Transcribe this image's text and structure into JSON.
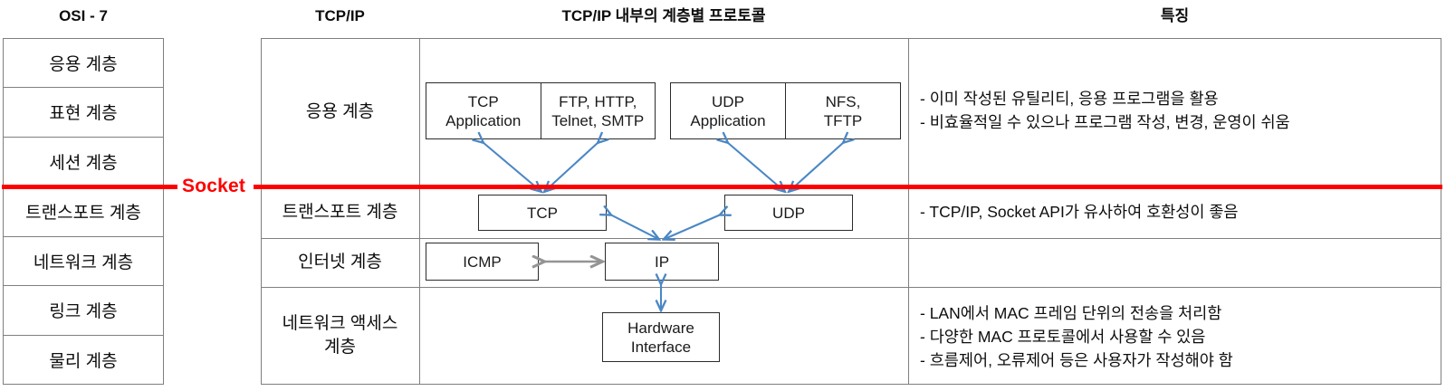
{
  "headers": {
    "osi": "OSI - 7",
    "tcpip": "TCP/IP",
    "protocols": "TCP/IP 내부의 계층별 프로토콜",
    "features": "특징"
  },
  "socket": {
    "label": "Socket",
    "color": "#ff0000"
  },
  "osi_layers": [
    "응용 계층",
    "표현 계층",
    "세션 계층",
    "트랜스포트 계층",
    "네트워크 계층",
    "링크 계층",
    "물리 계층"
  ],
  "tcpip_layers": [
    "응용 계층",
    "트랜스포트 계층",
    "인터넷 계층",
    "네트워크 액세스\n계층"
  ],
  "protocol_boxes": {
    "tcp_application": "TCP\nApplication",
    "tcp_protocols": "FTP, HTTP,\nTelnet, SMTP",
    "udp_application": "UDP\nApplication",
    "udp_protocols": "NFS,\nTFTP",
    "tcp": "TCP",
    "udp": "UDP",
    "icmp": "ICMP",
    "ip": "IP",
    "hardware_interface": "Hardware\nInterface"
  },
  "features": {
    "application": "- 이미 작성된 유틸리티, 응용 프로그램을 활용\n- 비효율적일 수 있으나 프로그램 작성, 변경, 운영이 쉬움",
    "transport": "- TCP/IP, Socket API가 유사하여 호환성이 좋음",
    "network_access": "- LAN에서 MAC 프레임 단위의 전송을 처리함\n- 다양한 MAC 프로토콜에서 사용할 수 있음\n- 흐름제어, 오류제어 등은 사용자가 작성해야 함"
  },
  "colors": {
    "arrow_blue": "#4a87c5",
    "arrow_gray": "#949494",
    "border_gray": "#7f7f7f",
    "border_dark": "#2b2b2b",
    "socket_red": "#ff0000"
  }
}
